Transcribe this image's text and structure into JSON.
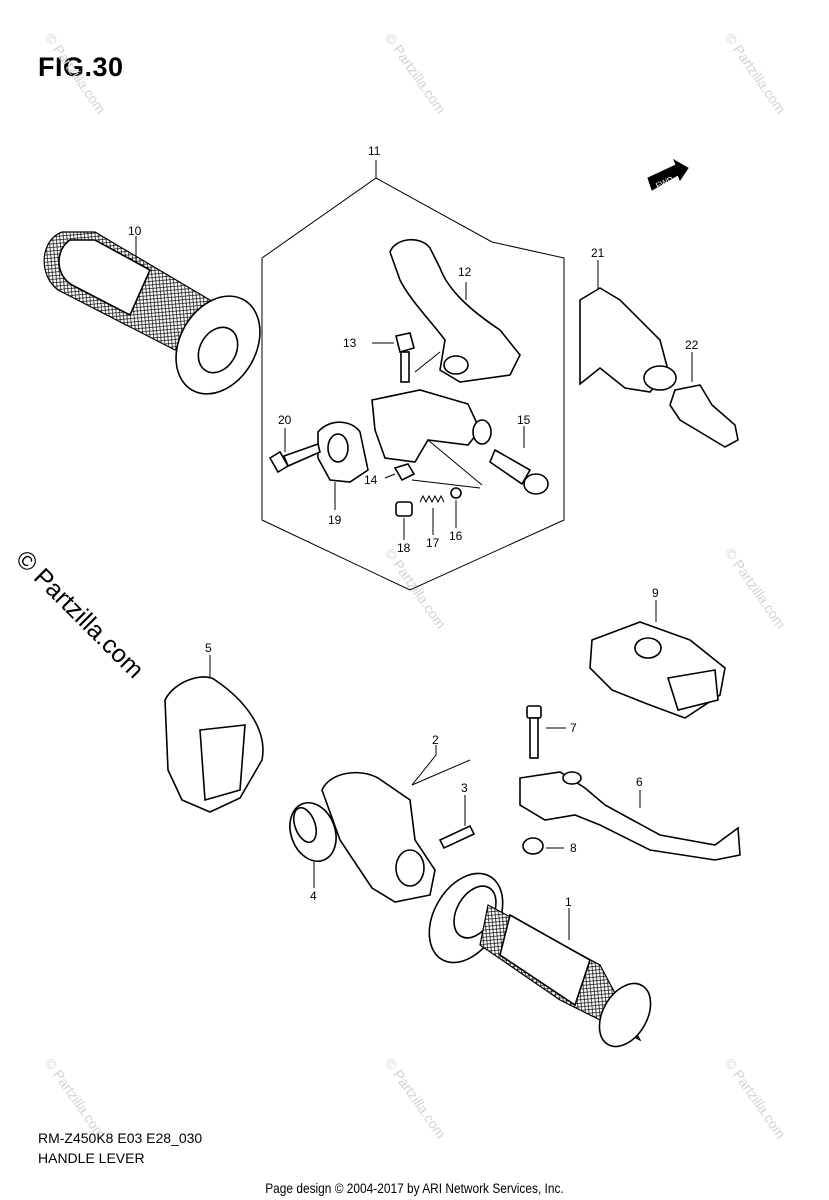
{
  "figure_title": "FIG.30",
  "model_code": "RM-Z450K8 E03 E28_030",
  "assembly_name": "HANDLE LEVER",
  "footer": "Page design © 2004-2017 by ARI Network Services, Inc.",
  "fwd_label": "FWD",
  "watermark_large": "© Partzilla.com",
  "watermark_small": "© Partzilla.com",
  "callouts": {
    "c1": "1",
    "c2": "2",
    "c3": "3",
    "c4": "4",
    "c5": "5",
    "c6": "6",
    "c7": "7",
    "c8": "8",
    "c9": "9",
    "c10": "10",
    "c11": "11",
    "c12": "12",
    "c13": "13",
    "c14": "14",
    "c15": "15",
    "c16": "16",
    "c17": "17",
    "c18": "18",
    "c19": "19",
    "c20": "20",
    "c21": "21",
    "c22": "22"
  }
}
